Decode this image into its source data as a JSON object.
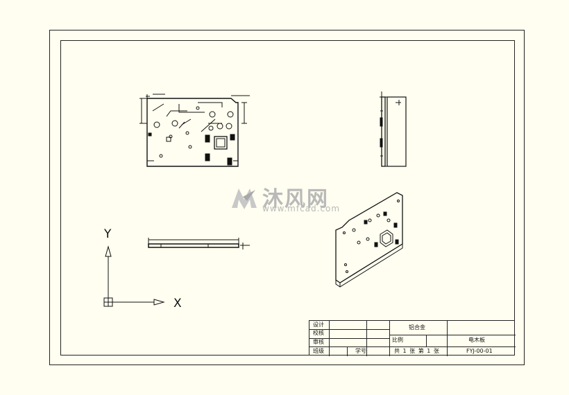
{
  "title_block": {
    "design_label": "设计",
    "check_label": "校核",
    "review_label": "审核",
    "class_label": "班级",
    "student_id_label": "学号",
    "material": "铝合金",
    "scale_label": "比例",
    "part_name": "电木板",
    "sheet_info": "共 1 张 第 1 张",
    "drawing_number": "FYJ-00-01"
  },
  "axis_indicator": {
    "x_label": "X",
    "y_label": "Y"
  },
  "watermark": {
    "name": "沐风网",
    "url": "www.mfcad.com"
  }
}
